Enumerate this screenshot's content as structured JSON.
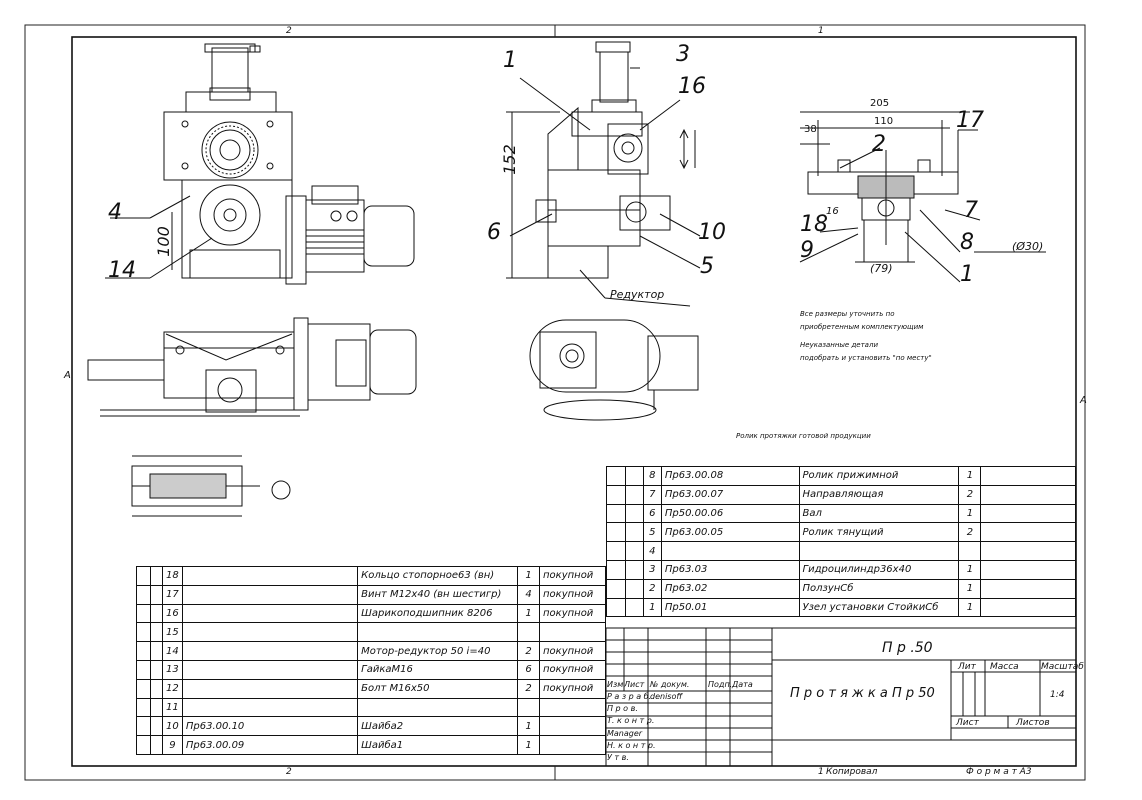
{
  "frame": {
    "zone_top_left": "2",
    "zone_top_right": "1",
    "zone_bottom_left": "2",
    "row_left": "A",
    "row_right": "A"
  },
  "callouts": [
    "1",
    "3",
    "16",
    "6",
    "10",
    "5",
    "17",
    "2",
    "18",
    "16",
    "7",
    "9",
    "8",
    "1",
    "4",
    "14"
  ],
  "dimensions": {
    "d205": "205",
    "d110": "110",
    "d38": "38",
    "d152": "152",
    "d100": "100",
    "d79": "(79)",
    "d30": "(Ø30)"
  },
  "labels": {
    "reductor": "Редуктор",
    "note1": "Все размеры уточнить по",
    "note2": "приобретенным комплектующим",
    "note3": "Неуказанные детали",
    "note4": "подобрать и установить \"по месту\"",
    "caption": "Ролик протяжки готовой продукции"
  },
  "bom_right": [
    {
      "pos": "8",
      "code": "Пр63.00.08",
      "name": "Ролик прижимной",
      "qty": "1"
    },
    {
      "pos": "7",
      "code": "Пр63.00.07",
      "name": "Направляющая",
      "qty": "2"
    },
    {
      "pos": "6",
      "code": "Пр50.00.06",
      "name": "Вал",
      "qty": "1"
    },
    {
      "pos": "5",
      "code": "Пр63.00.05",
      "name": "Ролик тянущий",
      "qty": "2"
    },
    {
      "pos": "4",
      "code": "",
      "name": "",
      "qty": ""
    },
    {
      "pos": "3",
      "code": "Пр63.03",
      "name": "Гидроцилиндр36х40",
      "qty": "1"
    },
    {
      "pos": "2",
      "code": "Пр63.02",
      "name": "ПолзунСб",
      "qty": "1"
    },
    {
      "pos": "1",
      "code": "Пр50.01",
      "name": "Узел установки СтойкиСб",
      "qty": "1"
    }
  ],
  "bom_left": [
    {
      "pos": "18",
      "code": "",
      "name": "Кольцо стопорное63 (вн)",
      "qty": "1",
      "note": "покупной"
    },
    {
      "pos": "17",
      "code": "",
      "name": "Винт М12х40 (вн шестигр)",
      "qty": "4",
      "note": "покупной"
    },
    {
      "pos": "16",
      "code": "",
      "name": "Шарикоподшипник 8206",
      "qty": "1",
      "note": "покупной"
    },
    {
      "pos": "15",
      "code": "",
      "name": "",
      "qty": "",
      "note": ""
    },
    {
      "pos": "14",
      "code": "",
      "name": "Мотор-редуктор 50  i=40",
      "qty": "2",
      "note": "покупной"
    },
    {
      "pos": "13",
      "code": "",
      "name": "ГайкаМ16",
      "qty": "6",
      "note": "покупной"
    },
    {
      "pos": "12",
      "code": "",
      "name": "Болт М16х50",
      "qty": "2",
      "note": "покупной"
    },
    {
      "pos": "11",
      "code": "",
      "name": "",
      "qty": "",
      "note": ""
    },
    {
      "pos": "10",
      "code": "Пр63.00.10",
      "name": "Шайба2",
      "qty": "1",
      "note": ""
    },
    {
      "pos": "9",
      "code": "Пр63.00.09",
      "name": "Шайба1",
      "qty": "1",
      "note": ""
    }
  ],
  "title_block": {
    "designation": "П р .50",
    "name": "П р о т я ж к а П р 50",
    "lit": "Лит",
    "mass": "Масса",
    "scale": "Масштаб",
    "scale_value": "1:4",
    "sheet": "Лист",
    "sheets": "Листов",
    "izm": "Изм",
    "list": "Лист",
    "ndoc": "№ докум.",
    "podp": "Подп.",
    "data": "Дата",
    "razrab": "Р а з р а б.",
    "razrab_name": "denisoff",
    "prov": "П р о в.",
    "tkontr": "Т. к о н т р.",
    "manager": "Manager",
    "nkontr": "Н. к о н т р.",
    "utv": "У т в.",
    "copied": "Копировал",
    "copied_num": "1",
    "format": "Ф о р м а т  А3"
  }
}
